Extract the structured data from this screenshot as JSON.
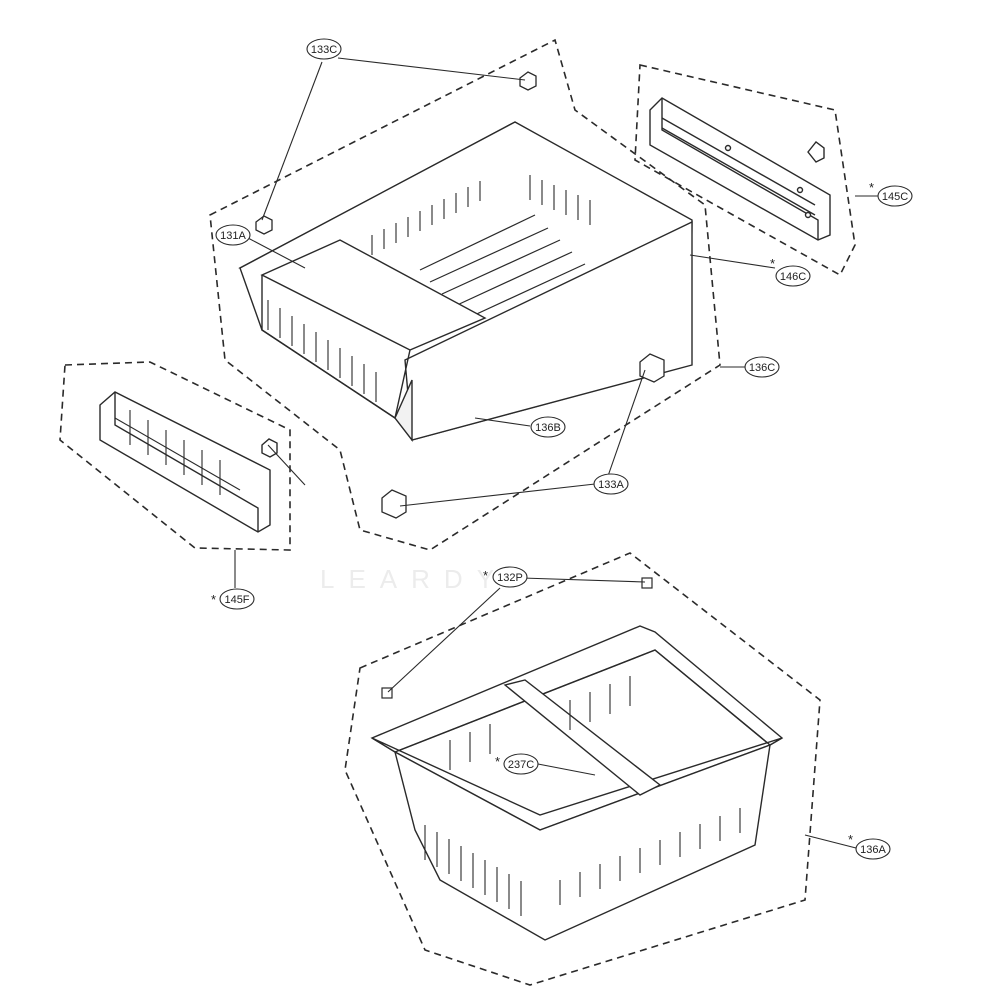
{
  "watermark": "LEARDY",
  "callouts": {
    "c133C": "133C",
    "c131A": "131A",
    "c146C": "146C",
    "c145C": "145C",
    "c136C": "136C",
    "c136B": "136B",
    "c133A": "133A",
    "c145F": "145F",
    "c132P": "132P",
    "c237C": "237C",
    "c136A": "136A"
  },
  "asterisk": "*",
  "colors": {
    "line": "#2a2a2a",
    "fill": "#ffffff",
    "shade": "#f2f2f2"
  }
}
